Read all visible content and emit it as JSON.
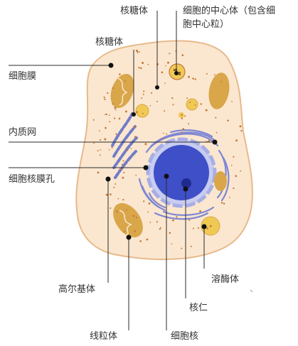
{
  "colors": {
    "cytoplasm": "#fbe7cf",
    "membrane": "#e8b98c",
    "nucleus": "#3f4fc8",
    "nuclear_envelope": "#a7aee6",
    "er": "#7f87d3",
    "golgi": "#6f7cc9",
    "mitochondrion": "#d9a64a",
    "lysosome": "#f0c955",
    "ribosome": "#c4793a",
    "leader_line": "#2b2b2b"
  },
  "labels": {
    "ribosome_top": "核糖体",
    "centrosome_line1": "细胞的中心体（包含细",
    "centrosome_line2": "胞中心粒）",
    "ribosome_upper": "核糖体",
    "cell_membrane": "细胞膜",
    "endoplasmic_reticulum": "内质网",
    "nuclear_pore": "细胞核膜孔",
    "lysosome": "溶酶体",
    "golgi": "高尔基体",
    "nucleolus": "核仁",
    "mitochondrion": "线粒体",
    "nucleus": "细胞核"
  }
}
